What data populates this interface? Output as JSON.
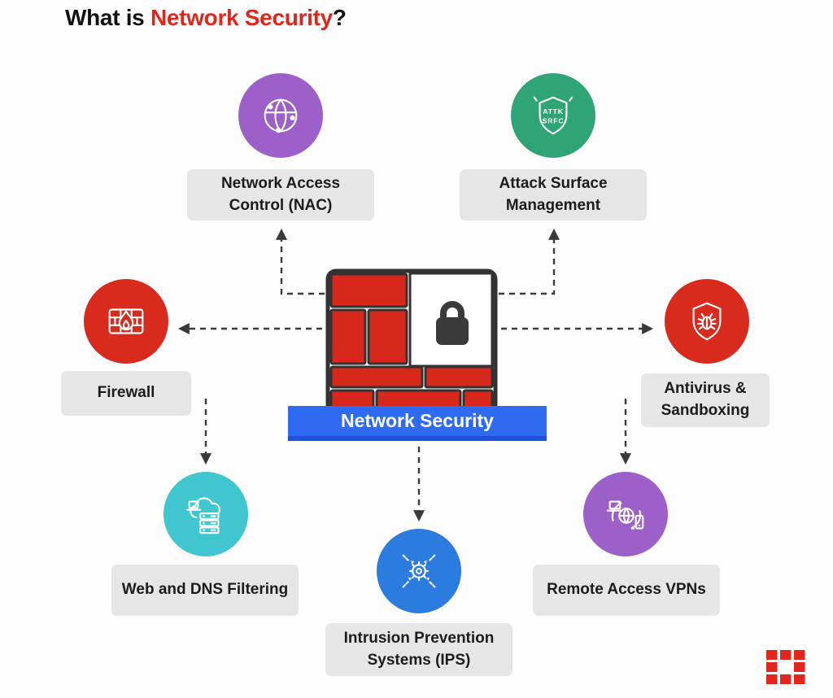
{
  "title": {
    "prefix": "What is ",
    "highlight": "Network Security",
    "suffix": "?"
  },
  "center": {
    "banner_label": "Network Security"
  },
  "nodes": {
    "nac": {
      "label": "Network Access Control (NAC)",
      "color": "#9D60C8",
      "icon": "network-globe-icon"
    },
    "asm": {
      "label": "Attack Surface Management",
      "color": "#2FA476",
      "icon": "attack-surface-shield-icon",
      "shield_line1": "ATTK",
      "shield_line2": "SRFC"
    },
    "firewall": {
      "label": "Firewall",
      "color": "#D92A1E",
      "icon": "firewall-flame-icon"
    },
    "antivirus": {
      "label": "Antivirus & Sandboxing",
      "color": "#D92A1E",
      "icon": "shield-bug-icon"
    },
    "webdns": {
      "label": "Web and DNS Filtering",
      "color": "#3FC6CF",
      "icon": "cloud-server-icon"
    },
    "ips": {
      "label": "Intrusion Prevention Systems (IPS)",
      "color": "#2C7BDE",
      "icon": "gear-converging-arrows-icon"
    },
    "vpn": {
      "label": "Remote Access VPNs",
      "color": "#9D60C8",
      "icon": "vpn-devices-globe-icon"
    }
  },
  "brand": {
    "logo": "fortinet-logo",
    "color": "#E3261D"
  }
}
